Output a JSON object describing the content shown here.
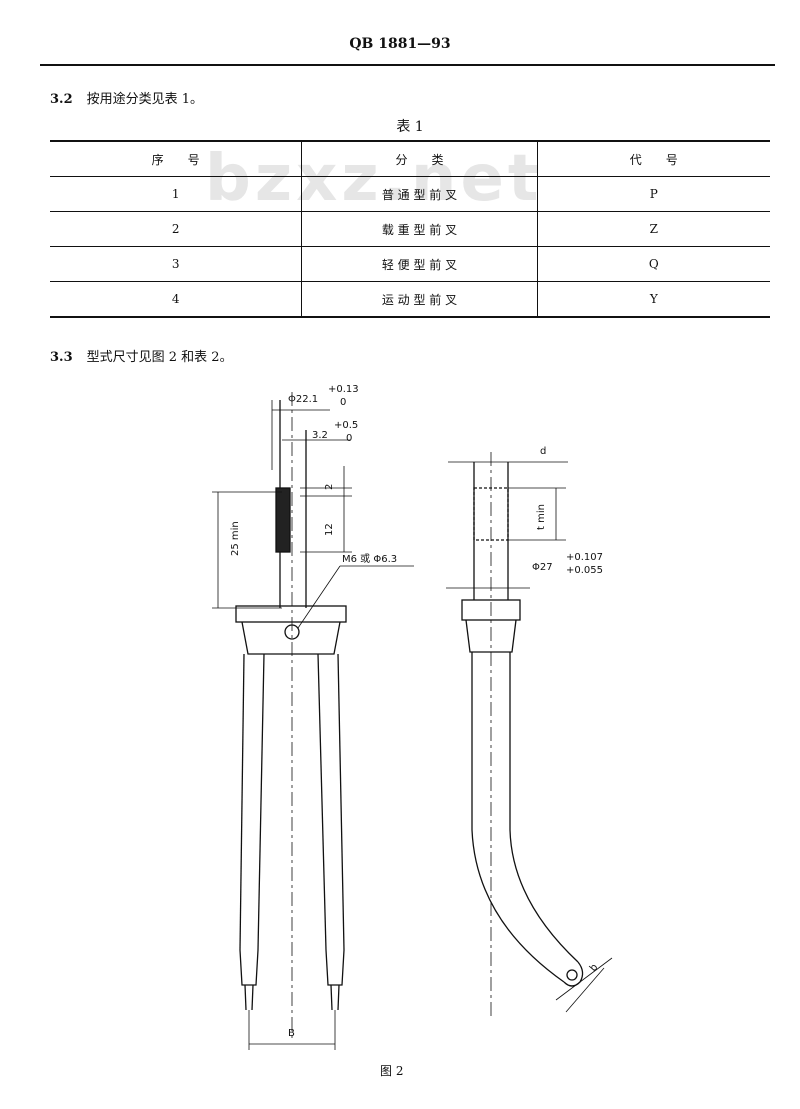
{
  "header": {
    "standard_no": "QB 1881—93"
  },
  "section_3_2": {
    "num": "3.2",
    "text": "按用途分类见表 1。"
  },
  "table1": {
    "caption": "表 1",
    "headers": [
      "序　　号",
      "分　　类",
      "代　　号"
    ],
    "rows": [
      [
        "1",
        "普 通 型 前 叉",
        "P"
      ],
      [
        "2",
        "载 重 型 前 叉",
        "Z"
      ],
      [
        "3",
        "轻 便 型 前 叉",
        "Q"
      ],
      [
        "4",
        "运 动 型 前 叉",
        "Y"
      ]
    ]
  },
  "watermark": "bzxz.net",
  "section_3_3": {
    "num": "3.3",
    "text": "型式尺寸见图 2 和表 2。"
  },
  "figure": {
    "dim_phi22": "Φ22.1",
    "dim_phi22_tol_upper": "+0.13",
    "dim_phi22_tol_lower": "0",
    "dim_32": "3.2",
    "dim_32_tol_upper": "+0.5",
    "dim_32_tol_lower": "0",
    "dim_25min": "25 min",
    "dim_12": "12",
    "dim_2": "2",
    "dim_m6": "M6 或 Φ6.3",
    "dim_d": "d",
    "dim_tmin": "t min",
    "dim_phi27": "Φ27",
    "dim_phi27_tol_upper": "+0.107",
    "dim_phi27_tol_lower": "+0.055",
    "dim_b": "b",
    "dim_B": "B",
    "caption": "图 2"
  }
}
